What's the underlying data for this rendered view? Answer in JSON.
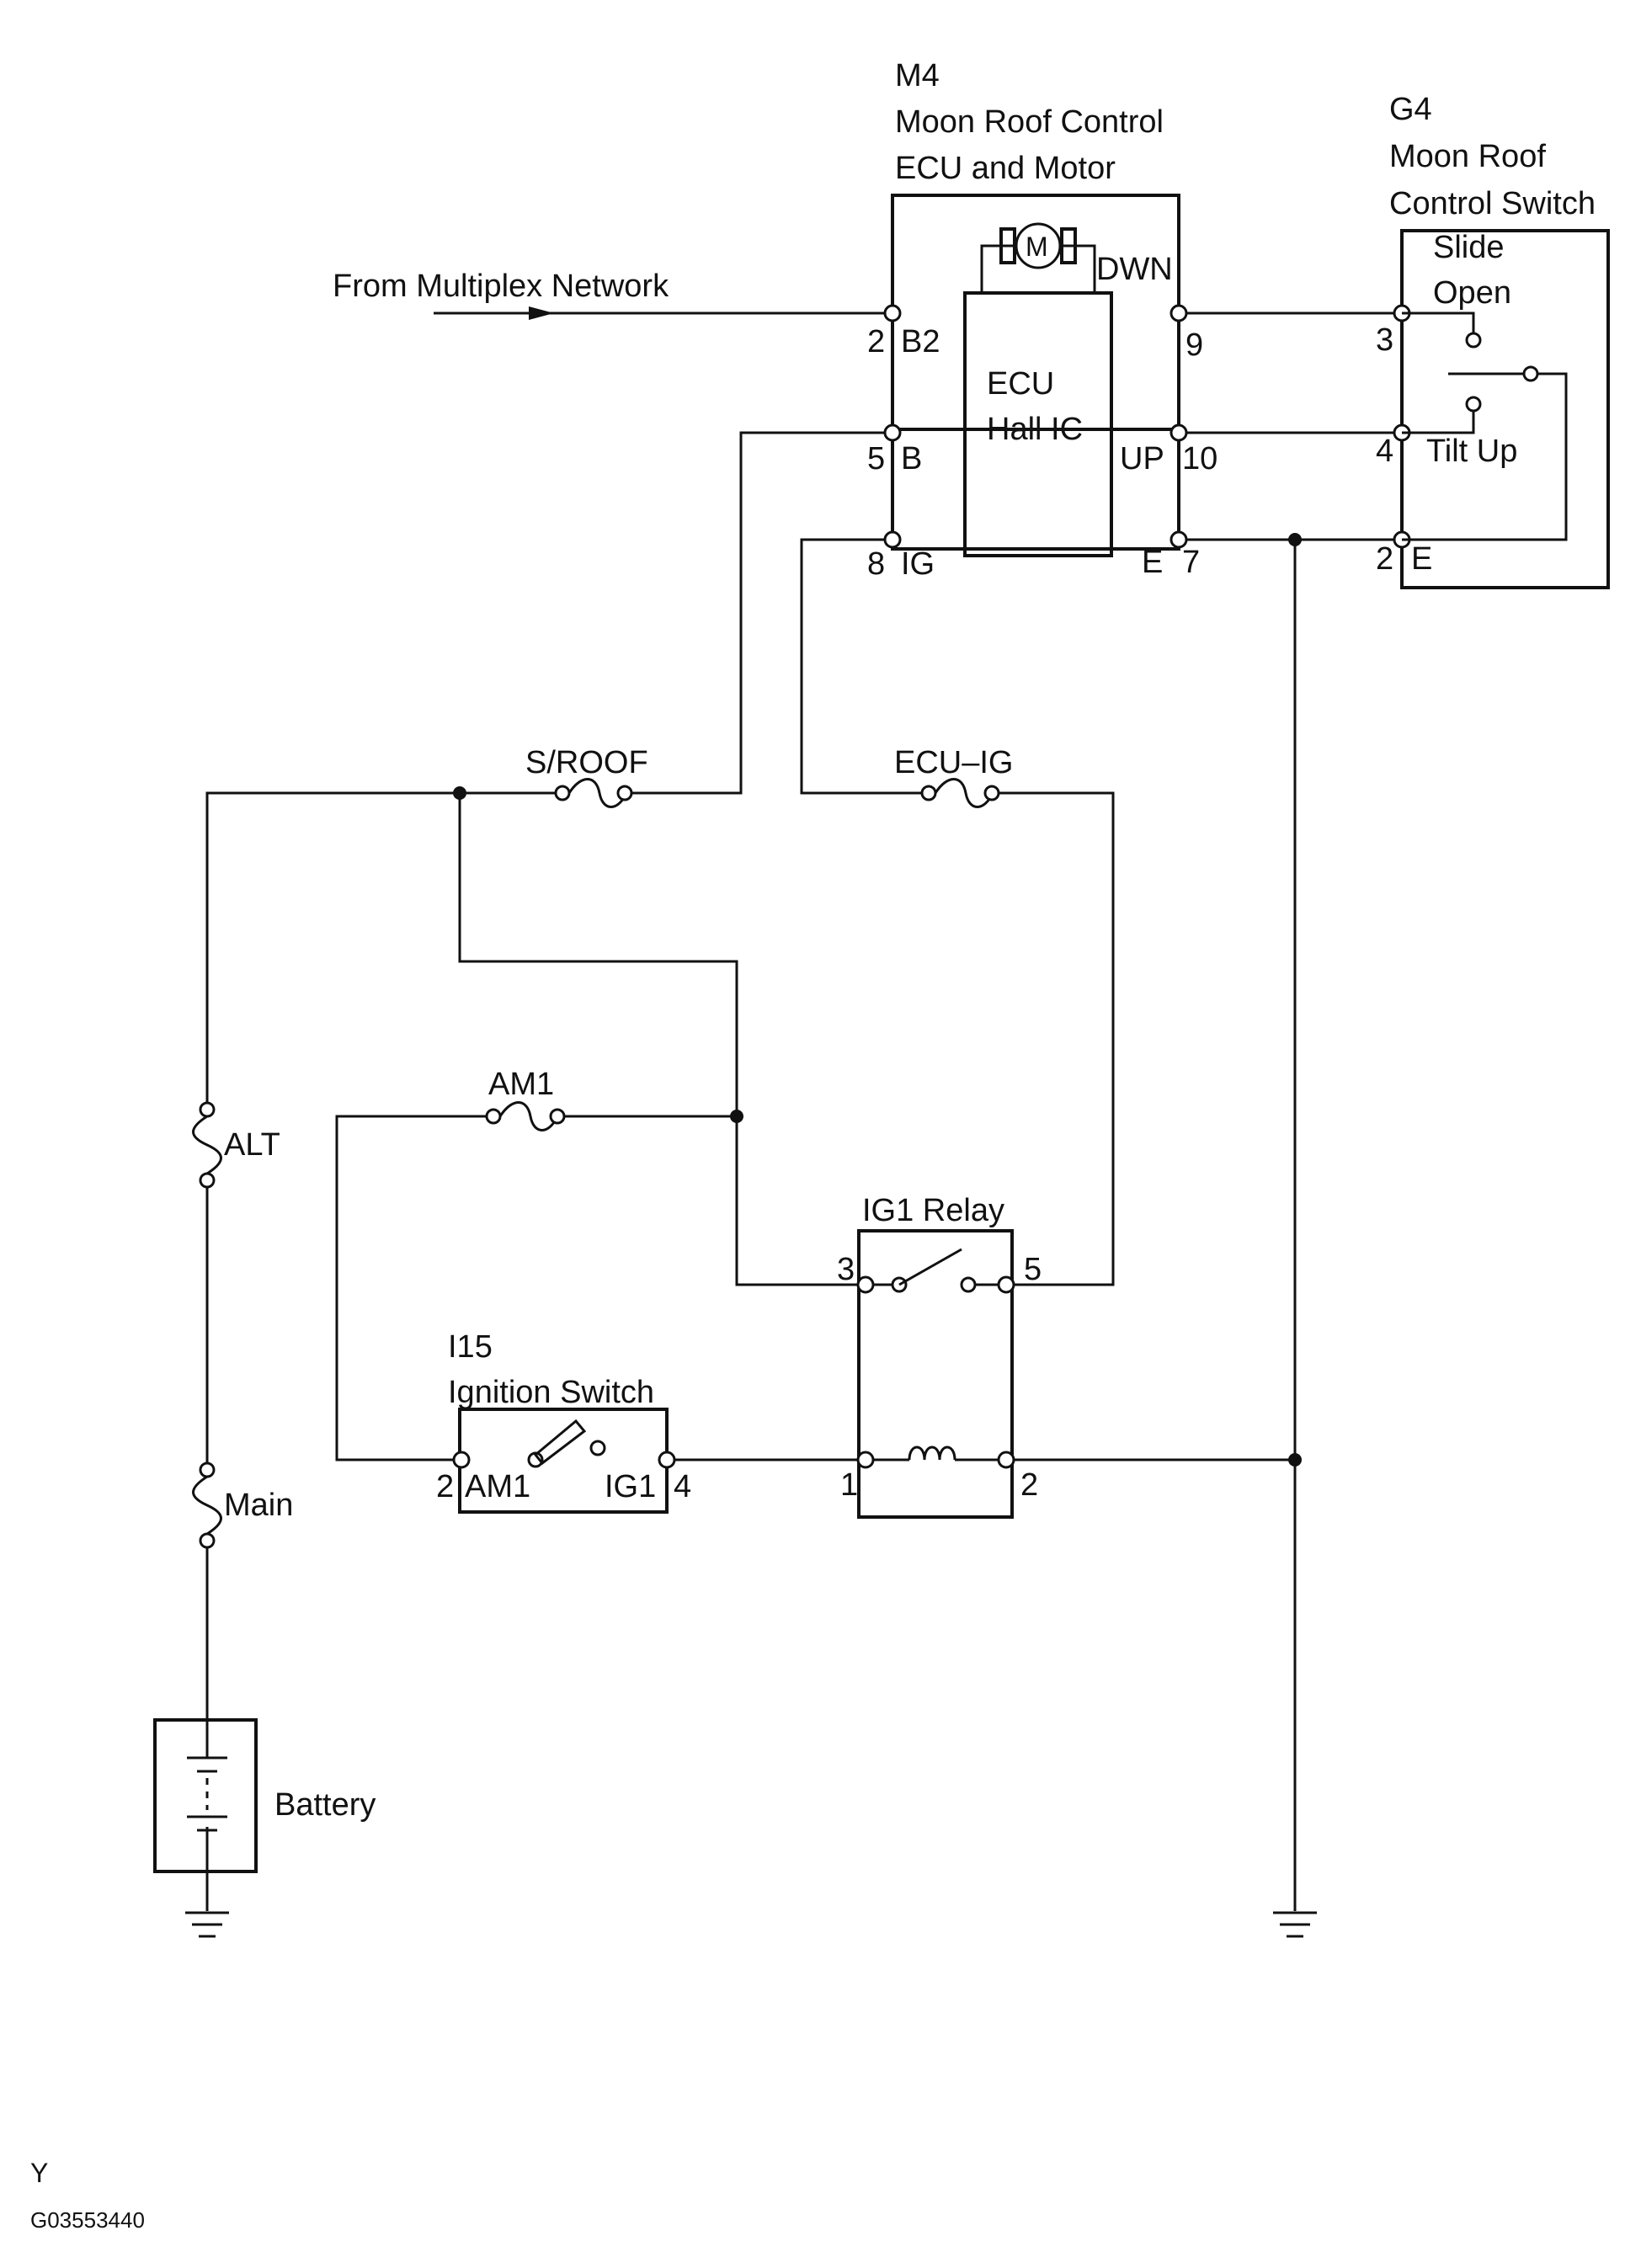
{
  "ecu": {
    "code": "M4",
    "name_line1": "Moon Roof Control",
    "name_line2": "ECU and Motor",
    "inner_line1": "ECU",
    "inner_line2": "Hall IC",
    "motor_symbol": "M",
    "pins": {
      "b2_num": "2",
      "b2_name": "B2",
      "b_num": "5",
      "b_name": "B",
      "ig_num": "8",
      "ig_name": "IG",
      "dwn_name": "DWN",
      "dwn_num": "9",
      "up_name": "UP",
      "up_num": "10",
      "e_name": "E",
      "e_num": "7"
    }
  },
  "control_switch": {
    "code": "G4",
    "name_line1": "Moon Roof",
    "name_line2": "Control Switch",
    "slide_line1": "Slide",
    "slide_line2": "Open",
    "tilt": "Tilt Up",
    "pins": {
      "p3": "3",
      "p4": "4",
      "p2": "2",
      "e_name": "E"
    }
  },
  "multiplex": {
    "label": "From Multiplex Network"
  },
  "fuses": {
    "sroof": "S/ROOF",
    "ecu_ig": "ECU–IG",
    "am1": "AM1",
    "alt": "ALT",
    "main": "Main"
  },
  "relay": {
    "label": "IG1 Relay",
    "p3": "3",
    "p5": "5",
    "p1": "1",
    "p2": "2"
  },
  "ignition": {
    "code": "I15",
    "name": "Ignition Switch",
    "am1_num": "2",
    "am1_name": "AM1",
    "ig1_name": "IG1",
    "ig1_num": "4"
  },
  "battery": {
    "label": "Battery"
  },
  "footer": {
    "code_letter": "Y",
    "figure_id": "G03553440"
  }
}
